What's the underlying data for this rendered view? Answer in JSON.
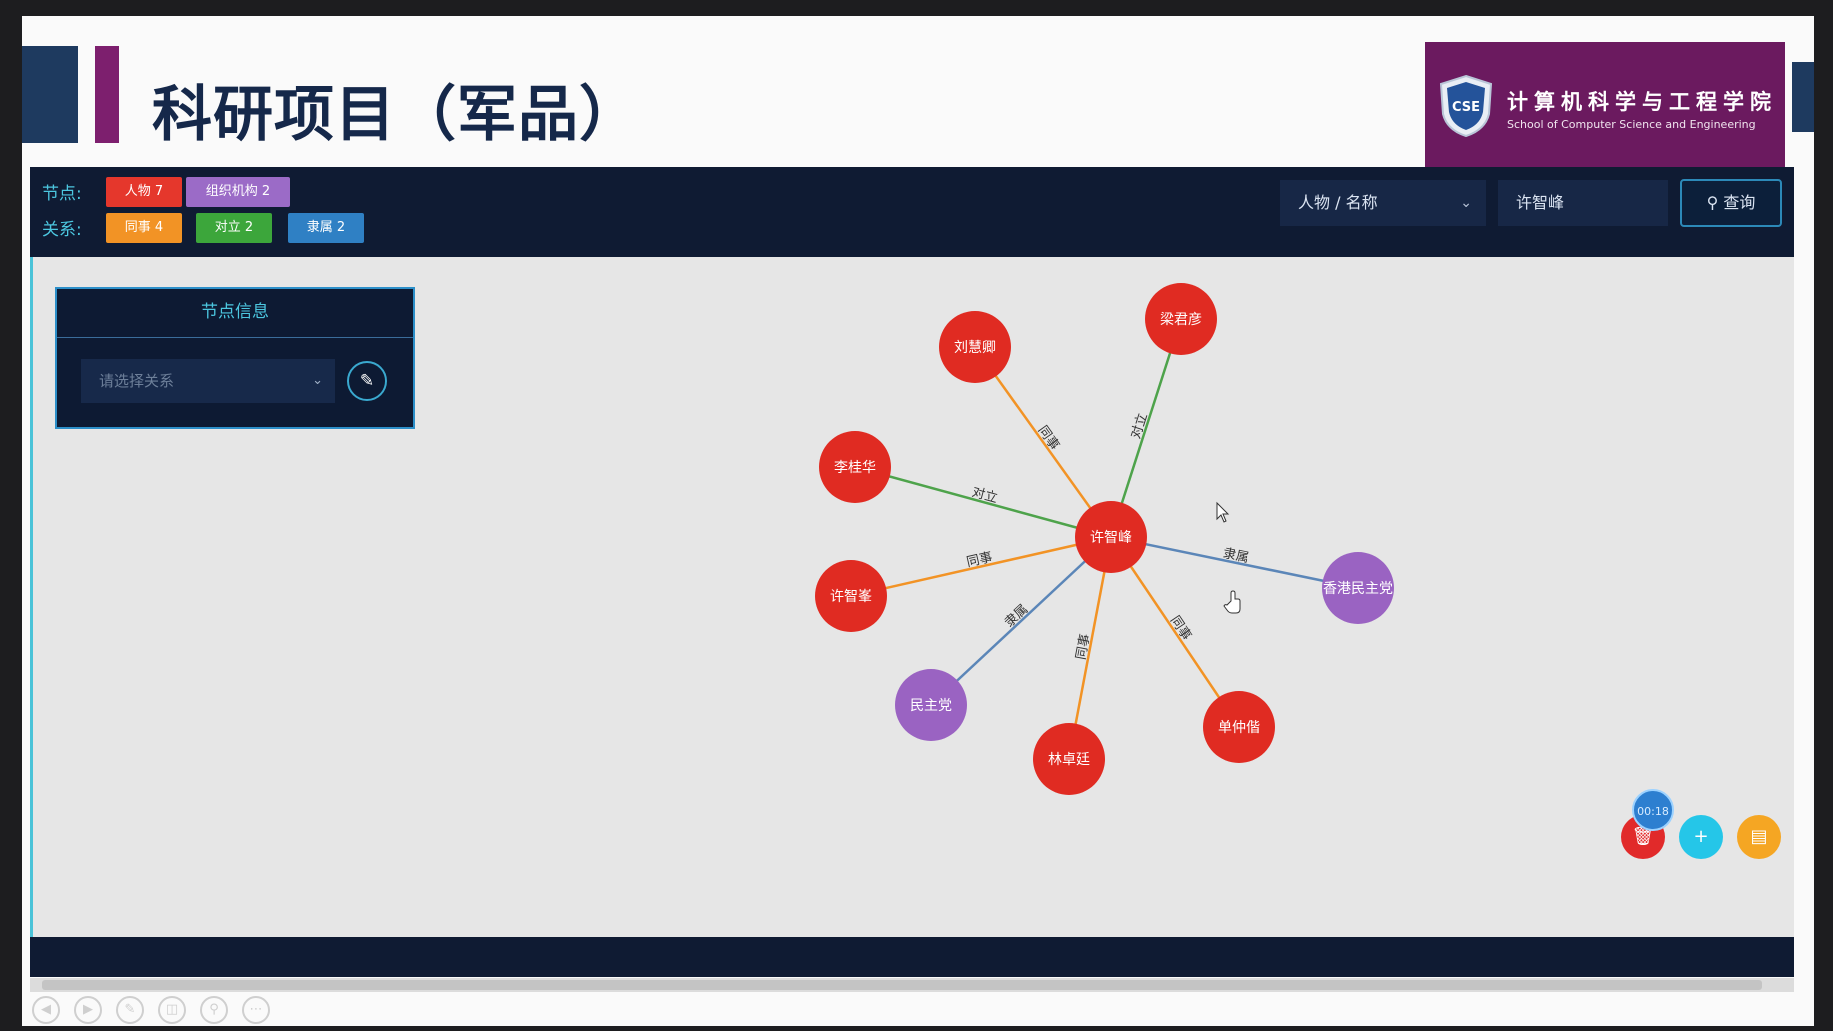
{
  "header": {
    "title": "科研项目（军品）",
    "logo": {
      "zh": "计算机科学与工程学院",
      "en": "School of Computer Science and Engineering",
      "badge": "CSE"
    }
  },
  "legend": {
    "nodes_label": "节点:",
    "relations_label": "关系:",
    "node_types": [
      {
        "label": "人物 7",
        "color": "#e5372c"
      },
      {
        "label": "组织机构 2",
        "color": "#9b6bc7"
      }
    ],
    "relation_types": [
      {
        "label": "同事 4",
        "color": "#f29325"
      },
      {
        "label": "对立 2",
        "color": "#3ca63b"
      },
      {
        "label": "隶属 2",
        "color": "#2f80c4"
      }
    ]
  },
  "search": {
    "type_select": "人物 / 名称",
    "query_value": "许智峰",
    "button_label": "查询"
  },
  "info_panel": {
    "title": "节点信息",
    "relation_placeholder": "请选择关系"
  },
  "graph": {
    "center": {
      "name": "许智峰",
      "type": "person"
    },
    "nodes": [
      {
        "name": "刘慧卿",
        "type": "person",
        "relation": "同事"
      },
      {
        "name": "梁君彦",
        "type": "person",
        "relation": "对立"
      },
      {
        "name": "李桂华",
        "type": "person",
        "relation": "对立"
      },
      {
        "name": "许智峯",
        "type": "person",
        "relation": "同事"
      },
      {
        "name": "香港民主党",
        "type": "org",
        "relation": "隶属"
      },
      {
        "name": "民主党",
        "type": "org",
        "relation": "隶属"
      },
      {
        "name": "林卓廷",
        "type": "person",
        "relation": "同事"
      },
      {
        "name": "单仲偕",
        "type": "person",
        "relation": "同事"
      }
    ],
    "colors": {
      "person": "#e02b22",
      "org": "#9a63c2",
      "同事": "#f29325",
      "对立": "#4ea34b",
      "隶属": "#5b86b8"
    }
  },
  "fab": {
    "delete_icon": "trash-icon",
    "add_icon": "plus-icon",
    "save_icon": "save-icon"
  },
  "player": {
    "time": "00:18"
  }
}
